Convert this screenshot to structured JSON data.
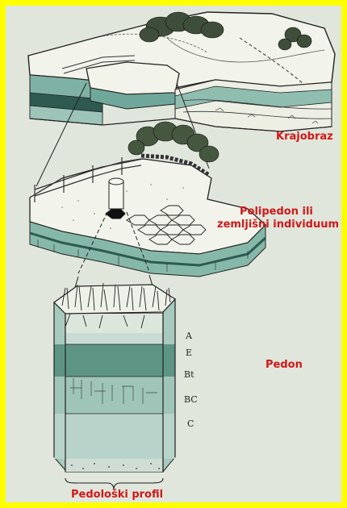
{
  "labels": {
    "landscape": "Krajobraz",
    "polypedon_line1": "Polipedon ili",
    "polypedon_line2": "zemljišni individuum",
    "pedon": "Pedon",
    "profile": "Pedološki profil"
  },
  "horizons": [
    "A",
    "E",
    "Bt",
    "BC",
    "C"
  ],
  "colors": {
    "border": "#FFFF00",
    "background": "#E0E6DC",
    "label_red": "#D01818",
    "layer_teal": "#6FA89A",
    "layer_dark": "#2E5A50",
    "layer_light": "#A8CABE"
  }
}
